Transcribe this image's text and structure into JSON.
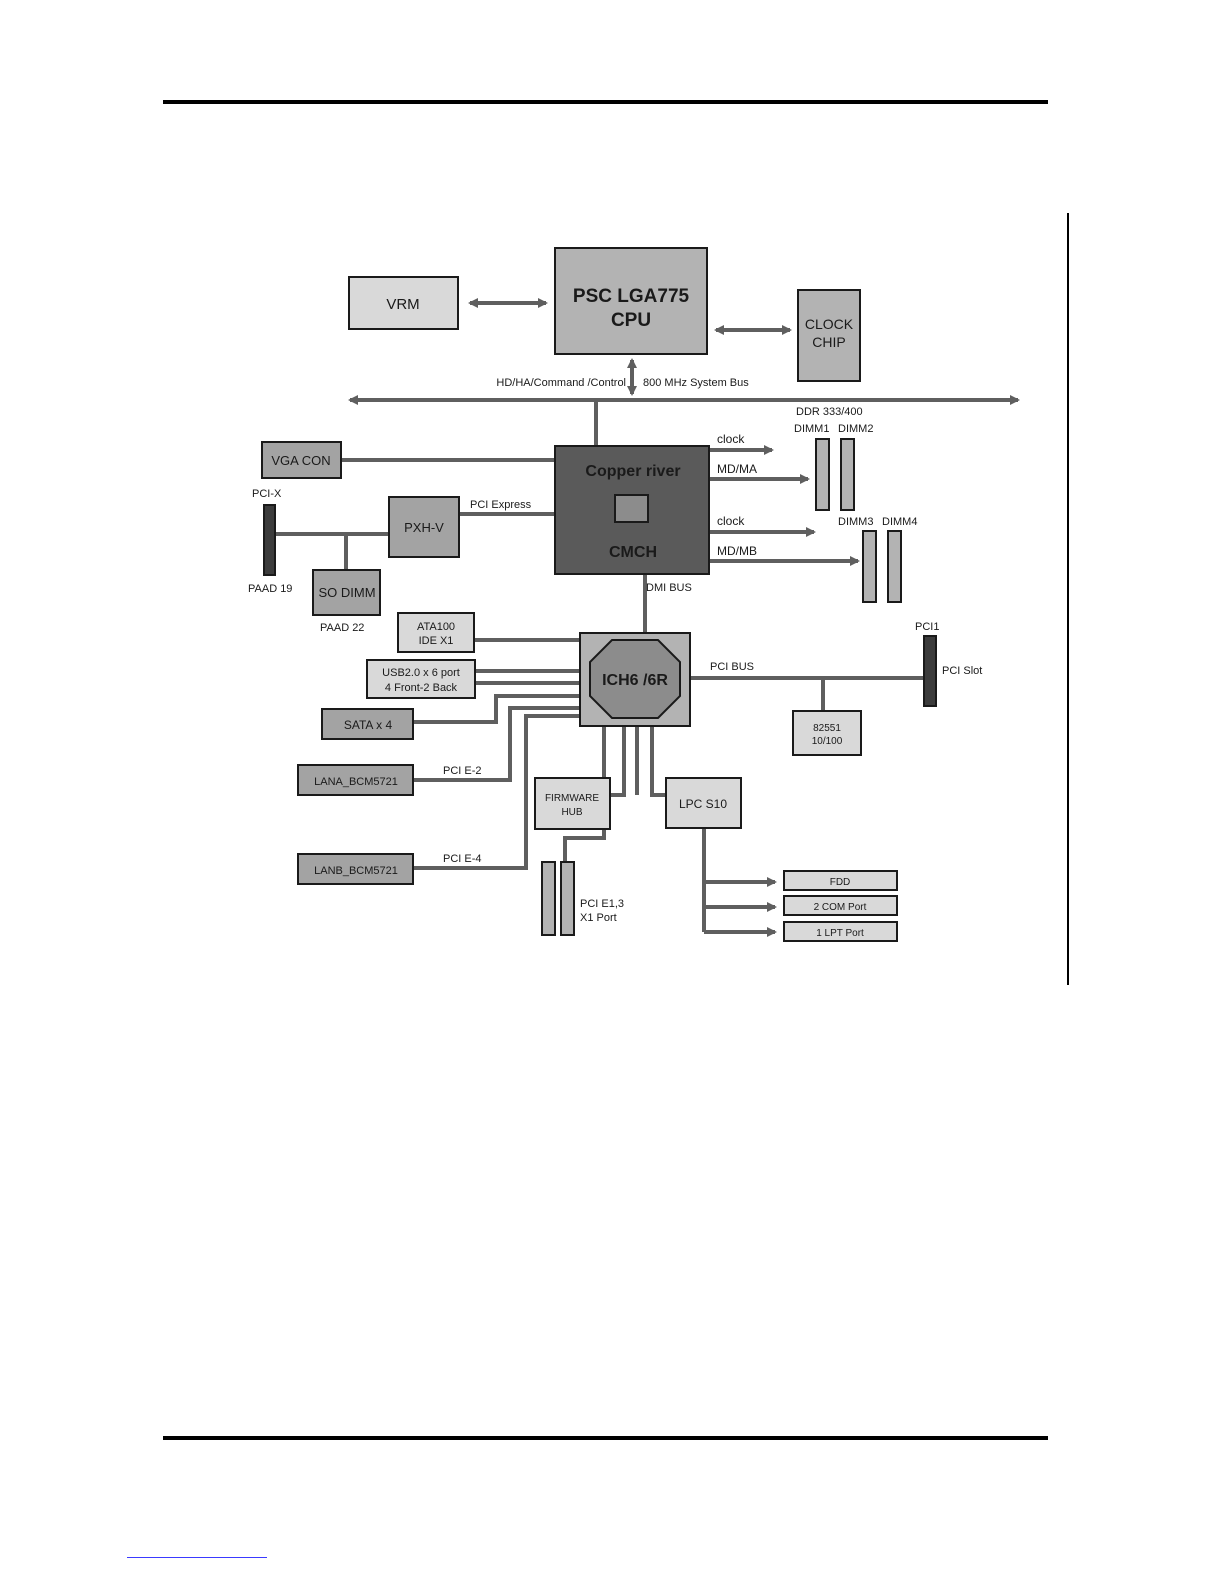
{
  "blocks": {
    "vrm": "VRM",
    "cpu": [
      "PSC LGA775",
      "CPU"
    ],
    "clock_chip": [
      "CLOCK",
      "CHIP"
    ],
    "vga_con": "VGA CON",
    "pxh_v": "PXH-V",
    "so_dimm": "SO DIMM",
    "mch": [
      "Copper river",
      "CMCH"
    ],
    "ata100": [
      "ATA100",
      "IDE X1"
    ],
    "usb": [
      "USB2.0 x 6 port",
      "4 Front-2 Back"
    ],
    "sata": "SATA x 4",
    "ich": "ICH6 /6R",
    "lana": "LANA_BCM5721",
    "lanb": "LANB_BCM5721",
    "firmware_hub": [
      "FIRMWARE",
      "HUB"
    ],
    "lpc": "LPC S10",
    "nic": [
      "82551",
      "10/100"
    ],
    "fdd": "FDD",
    "com": "2 COM Port",
    "lpt": "1 LPT Port"
  },
  "labels": {
    "hd_ha": "HD/HA/Command /Control",
    "system_bus": "800 MHz System Bus",
    "ddr": "DDR 333/400",
    "dimm1": "DIMM1",
    "dimm2": "DIMM2",
    "dimm3": "DIMM3",
    "dimm4": "DIMM4",
    "clock1": "clock",
    "mdma": "MD/MA",
    "clock2": "clock",
    "mdmb": "MD/MB",
    "pci_x": "PCI-X",
    "paad19": "PAAD 19",
    "paad22": "PAAD 22",
    "pci_express": "PCI Express",
    "dmi_bus": "DMI BUS",
    "pci1": "PCI1",
    "pci_slot": "PCI Slot",
    "pci_bus": "PCI BUS",
    "pci_e2": "PCI E-2",
    "pci_e4": "PCI E-4",
    "pci_e13": [
      "PCI E1,3",
      "X1 Port"
    ]
  },
  "colors": {
    "light": "#d9d9d9",
    "mid": "#b3b3b3",
    "dark": "#a3a3a3",
    "mch": "#5a5a5a",
    "line": "#5f5f5f"
  }
}
